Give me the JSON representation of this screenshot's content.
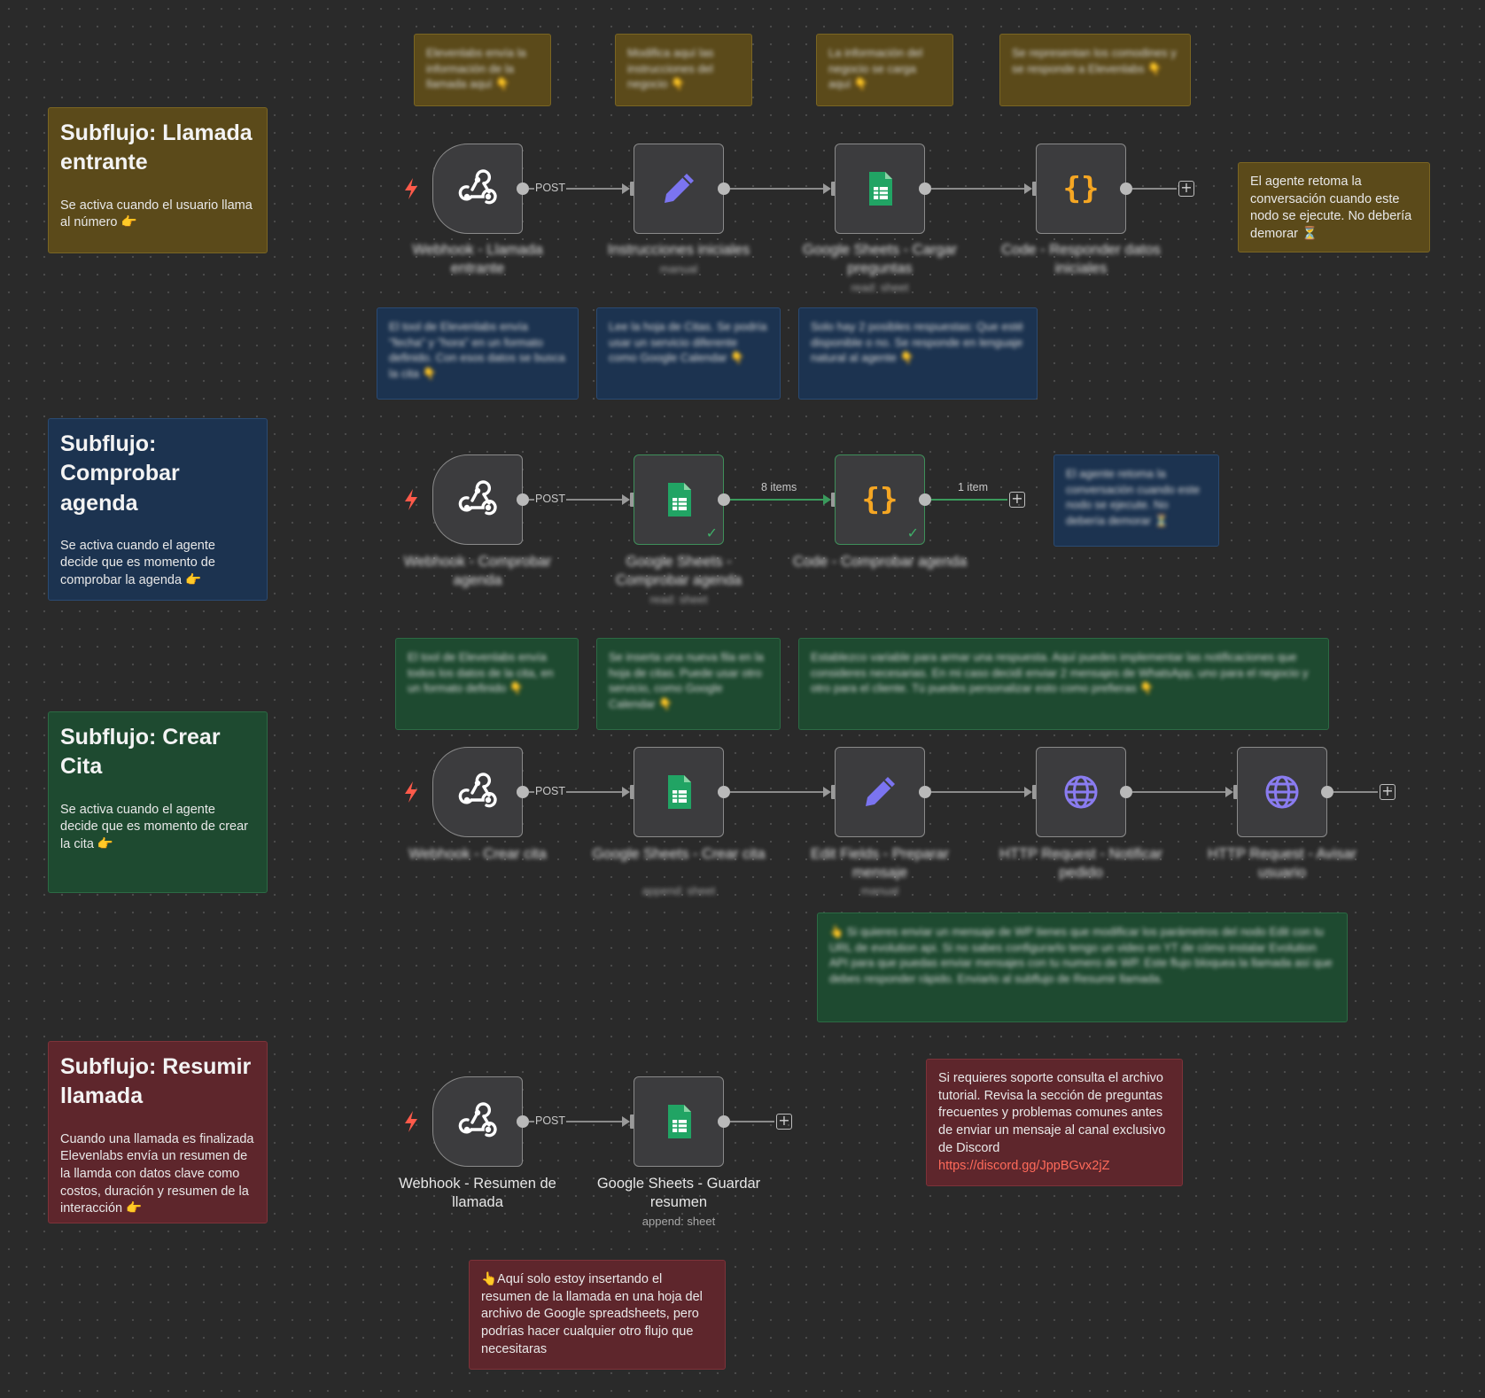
{
  "sections": {
    "llamada": {
      "title": "Subflujo: Llamada entrante",
      "desc": "Se activa cuando el usuario llama al número 👉"
    },
    "agenda": {
      "title": "Subflujo: Comprobar agenda",
      "desc": "Se activa cuando el agente decide que es momento de comprobar la agenda 👉"
    },
    "cita": {
      "title": "Subflujo: Crear Cita",
      "desc": "Se activa cuando el agente decide que es momento de crear la cita 👉"
    },
    "resumen": {
      "title": "Subflujo: Resumir llamada",
      "desc": "Cuando una llamada es finalizada Elevenlabs envía un resumen de la llamda con datos clave como costos, duración y resumen de la interacción 👉"
    }
  },
  "notes": {
    "top1": "Elevenlabs envía la información de la llamada aquí 👇",
    "top2": "Modifica aquí las instrucciones del negocio 👇",
    "top3": "La información del negocio se carga aquí 👇",
    "top4": "Se representan los comodines y se responde a Elevenlabs 👇",
    "agent_resume": "El agente retoma la conversación cuando este nodo se ejecute. No debería demorar ⏳",
    "blue1": "El tool de Elevenlabs envía \"fecha\" y \"hora\" en un formato definido. Con esos datos se busca la cita 👇",
    "blue2": "Lee la hoja de Citas. Se podría usar un servicio diferente como Google Calendar 👇",
    "blue3": "Solo hay 2 posibles respuestas: Que esté disponible o no. Se responde en lenguaje natural al agente 👇",
    "blue4": "El agente retoma la conversación cuando este nodo se ejecute. No debería demorar ⏳",
    "green1": "El tool de Elevenlabs envía todos los datos de la cita, en un formato definido 👇",
    "green2": "Se inserta una nueva fila en la hoja de citas. Puede usar otro servicio, como Google Calendar 👇",
    "green3": "Establezco variable para armar una respuesta. Aquí puedes implementar las notificaciones que consideres necesarias. En mi caso decidí enviar 2 mensajes de WhatsApp, uno para el negocio y otro para el cliente. Tú puedes personalizar esto como prefieras 👇",
    "green4": "👆 Si quieres enviar un mensaje de WP tienes que modificar los parámetros del nodo Edit con tu URL de evolution api. Si no sabes configurarlo tengo un video en YT de cómo instalar Evolution API para que puedas enviar mensajes con tu numero de WP. Este flujo bloquea la llamada así que debes responder rápido. Enviarlo al subflujo de Resumir llamada.",
    "support": "Si requieres soporte consulta el archivo tutorial. Revisa la sección de preguntas frecuentes y problemas comunes antes de enviar un mensaje al canal exclusivo de Discord",
    "support_link": "https://discord.gg/JppBGvx2jZ",
    "insert": "👆Aquí solo estoy insertando el resumen de la llamada en una hoja del archivo de Google spreadsheets, pero podrías hacer cualquier otro flujo que necesitaras"
  },
  "nodes": {
    "r1": [
      {
        "label": "Webhook - Llamada entrante",
        "sub": "",
        "icon": "webhook-icon"
      },
      {
        "label": "Instrucciones iniciales",
        "sub": "manual",
        "icon": "pencil-icon"
      },
      {
        "label": "Google Sheets - Cargar preguntas",
        "sub": "read: sheet",
        "icon": "sheets-icon"
      },
      {
        "label": "Code - Responder datos iniciales",
        "sub": "",
        "icon": "code-icon"
      }
    ],
    "r2": [
      {
        "label": "Webhook - Comprobar agenda",
        "sub": "",
        "icon": "webhook-icon"
      },
      {
        "label": "Google Sheets - Comprobar agenda",
        "sub": "read: sheet",
        "icon": "sheets-icon"
      },
      {
        "label": "Code - Comprobar agenda",
        "sub": "",
        "icon": "code-icon"
      }
    ],
    "r3": [
      {
        "label": "Webhook - Crear cita",
        "sub": "",
        "icon": "webhook-icon"
      },
      {
        "label": "Google Sheets - Crear cita",
        "sub": "append: sheet",
        "icon": "sheets-icon"
      },
      {
        "label": "Edit Fields - Preparar mensaje",
        "sub": "manual",
        "icon": "pencil-icon"
      },
      {
        "label": "HTTP Request - Notificar pedido",
        "sub": "",
        "icon": "globe-icon"
      },
      {
        "label": "HTTP Request - Avisar usuario",
        "sub": "",
        "icon": "globe-icon"
      }
    ],
    "r4": [
      {
        "label": "Webhook - Resumen de llamada",
        "sub": "",
        "icon": "webhook-icon"
      },
      {
        "label": "Google Sheets - Guardar resumen",
        "sub": "append: sheet",
        "icon": "sheets-icon"
      }
    ]
  },
  "edges": {
    "post": "POST",
    "items8": "8 items",
    "item1": "1 item"
  },
  "colors": {
    "bolt": "#ff5a4a",
    "sheets": "#21a464",
    "code": "#f5a623",
    "pencil": "#7b74f0",
    "globe": "#8a7cf0"
  }
}
